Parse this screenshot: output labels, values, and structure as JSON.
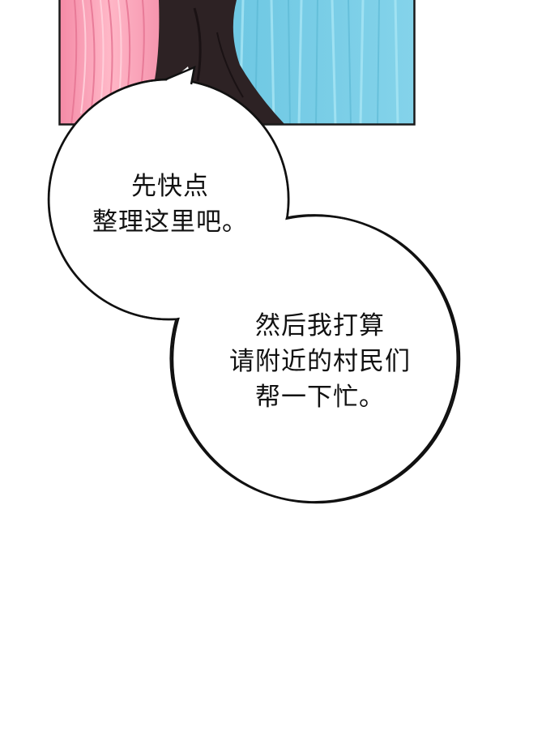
{
  "bubble_1": {
    "lines": [
      "先快点",
      "整理这里吧。"
    ]
  },
  "bubble_2": {
    "lines": [
      "然后我打算",
      "请附近的村民们",
      "帮一下忙。"
    ]
  },
  "colors": {
    "background": "#ffffff",
    "panel_border": "#1a1a1a",
    "hair_pink": "#f59ab0",
    "hair_pink_light": "#ffc3d0",
    "clothing_dark": "#2d2224",
    "background_blue": "#78cde6",
    "background_blue_light": "#a9e3f2"
  }
}
